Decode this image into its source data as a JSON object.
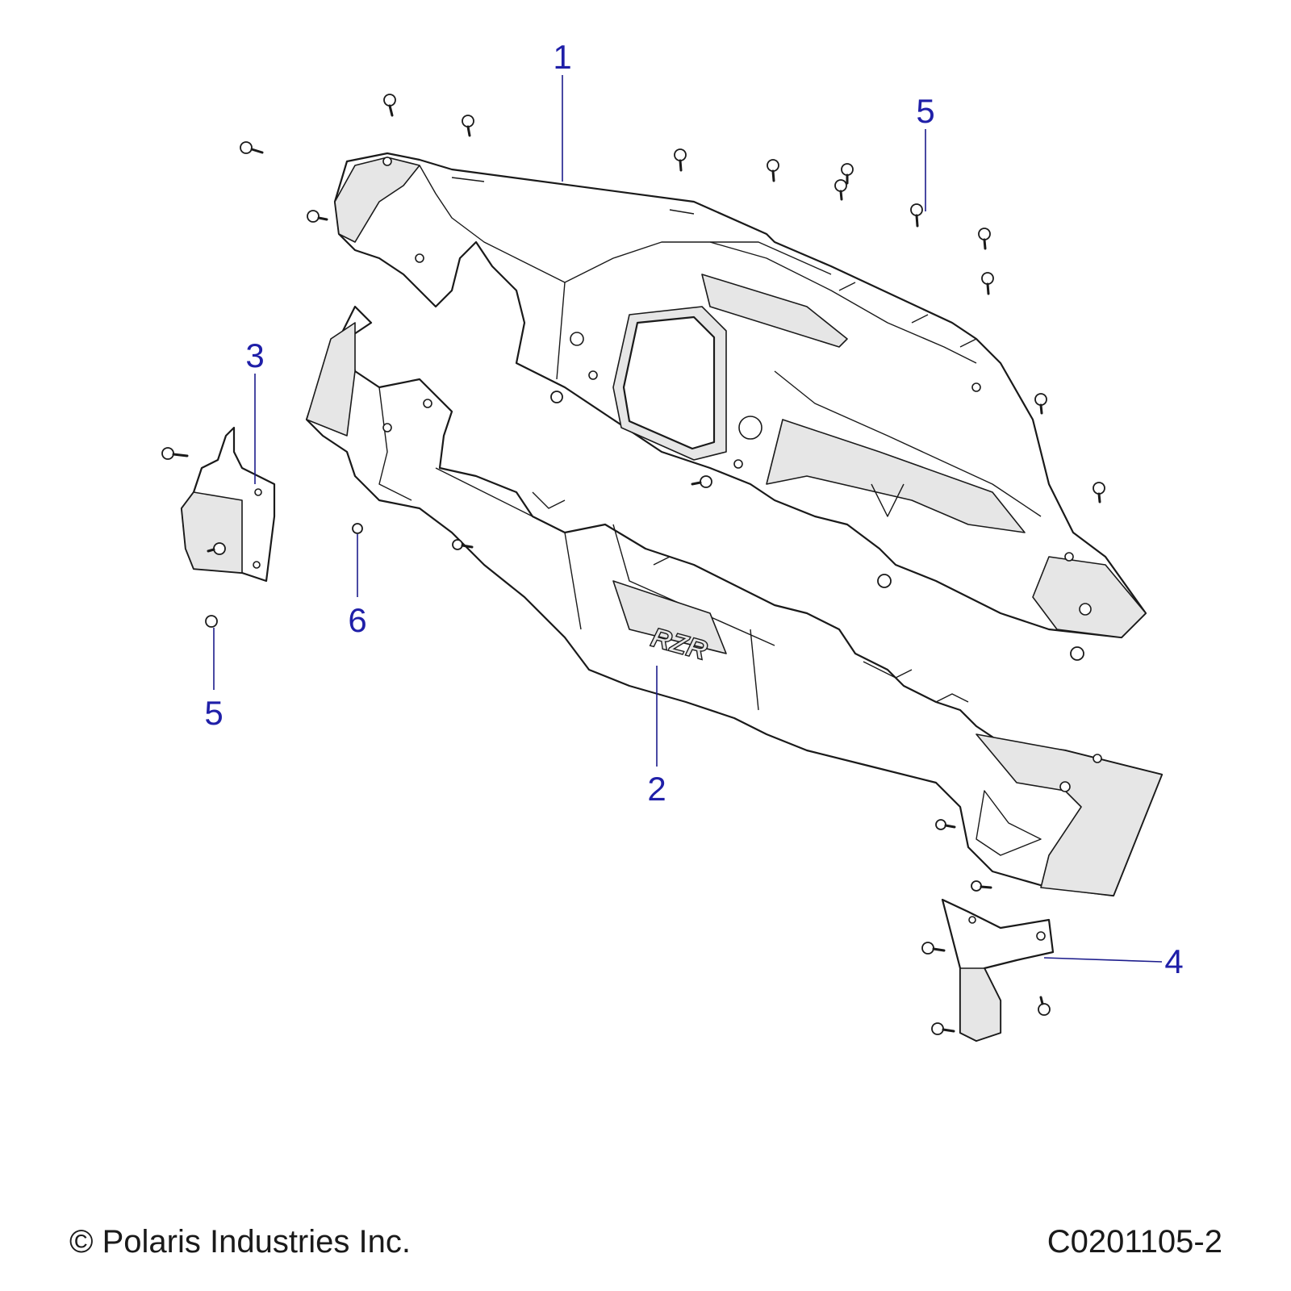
{
  "callouts": [
    {
      "id": "callout-1",
      "label": "1"
    },
    {
      "id": "callout-2",
      "label": "2"
    },
    {
      "id": "callout-3",
      "label": "3"
    },
    {
      "id": "callout-4",
      "label": "4"
    },
    {
      "id": "callout-5-top",
      "label": "5"
    },
    {
      "id": "callout-5-left",
      "label": "5"
    },
    {
      "id": "callout-6",
      "label": "6"
    }
  ],
  "parts": {
    "emblem_text": "RZR"
  },
  "footer": {
    "copyright": "© Polaris Industries Inc.",
    "drawing_id": "C0201105-2"
  },
  "colors": {
    "callout": "#1f1fa8",
    "line_art": "#1a1a1a",
    "background": "#ffffff"
  }
}
